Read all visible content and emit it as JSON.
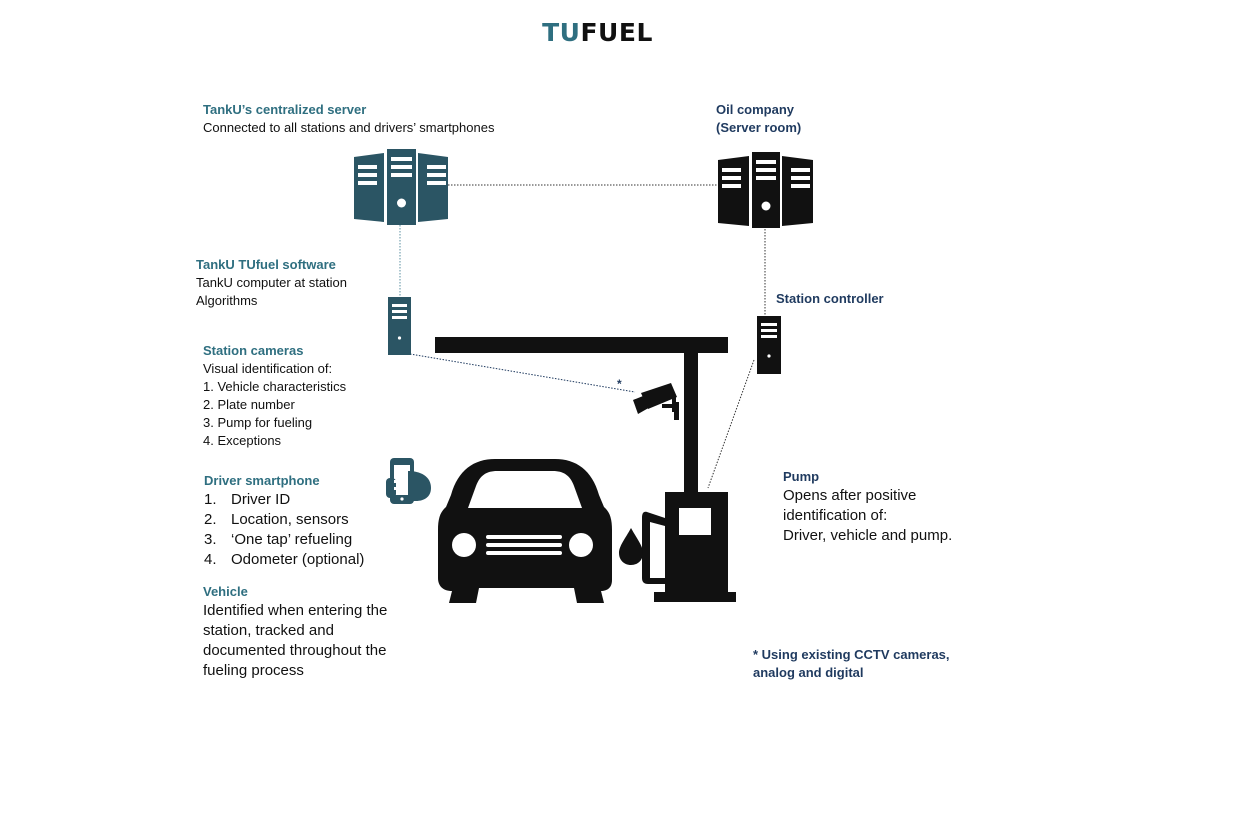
{
  "title": {
    "part1": "TU",
    "part2": "FUEL"
  },
  "central_server": {
    "heading": "TankU’s centralized server",
    "desc": "Connected to all stations and drivers’ smartphones"
  },
  "oil_company": {
    "line1": "Oil company",
    "line2": "(Server room)"
  },
  "software": {
    "heading": "TankU TUfuel software",
    "line1": "TankU computer at station",
    "line2": "Algorithms"
  },
  "station_controller": {
    "heading": "Station controller"
  },
  "cameras": {
    "heading": "Station cameras",
    "intro": "Visual identification of:",
    "items": [
      "1. Vehicle characteristics",
      "2. Plate number",
      "3. Pump for fueling",
      "4. Exceptions"
    ]
  },
  "camera_marker": "*",
  "smartphone": {
    "heading": "Driver smartphone",
    "items": [
      {
        "num": "1.",
        "text": "Driver ID"
      },
      {
        "num": "2.",
        "text": "Location, sensors"
      },
      {
        "num": "3.",
        "text": "‘One tap’ refueling"
      },
      {
        "num": "4.",
        "text": "Odometer (optional)"
      }
    ]
  },
  "vehicle": {
    "heading": "Vehicle",
    "lines": [
      "Identified when entering the",
      "station, tracked and",
      "documented throughout the",
      "fueling process"
    ]
  },
  "pump": {
    "heading": "Pump",
    "lines": [
      "Opens after positive",
      "identification of:",
      "Driver, vehicle and pump."
    ]
  },
  "footnote": {
    "line1": "* Using existing CCTV cameras,",
    "line2": "analog and digital"
  },
  "colors": {
    "teal": "#2f6f80",
    "navy": "#1f3a5f",
    "dark_teal_icon": "#2b5564",
    "black": "#111111"
  },
  "icons": [
    "server-rack-icon",
    "tower-computer-icon",
    "cctv-camera-icon",
    "smartphone-hand-icon",
    "car-icon",
    "fuel-pump-icon"
  ]
}
